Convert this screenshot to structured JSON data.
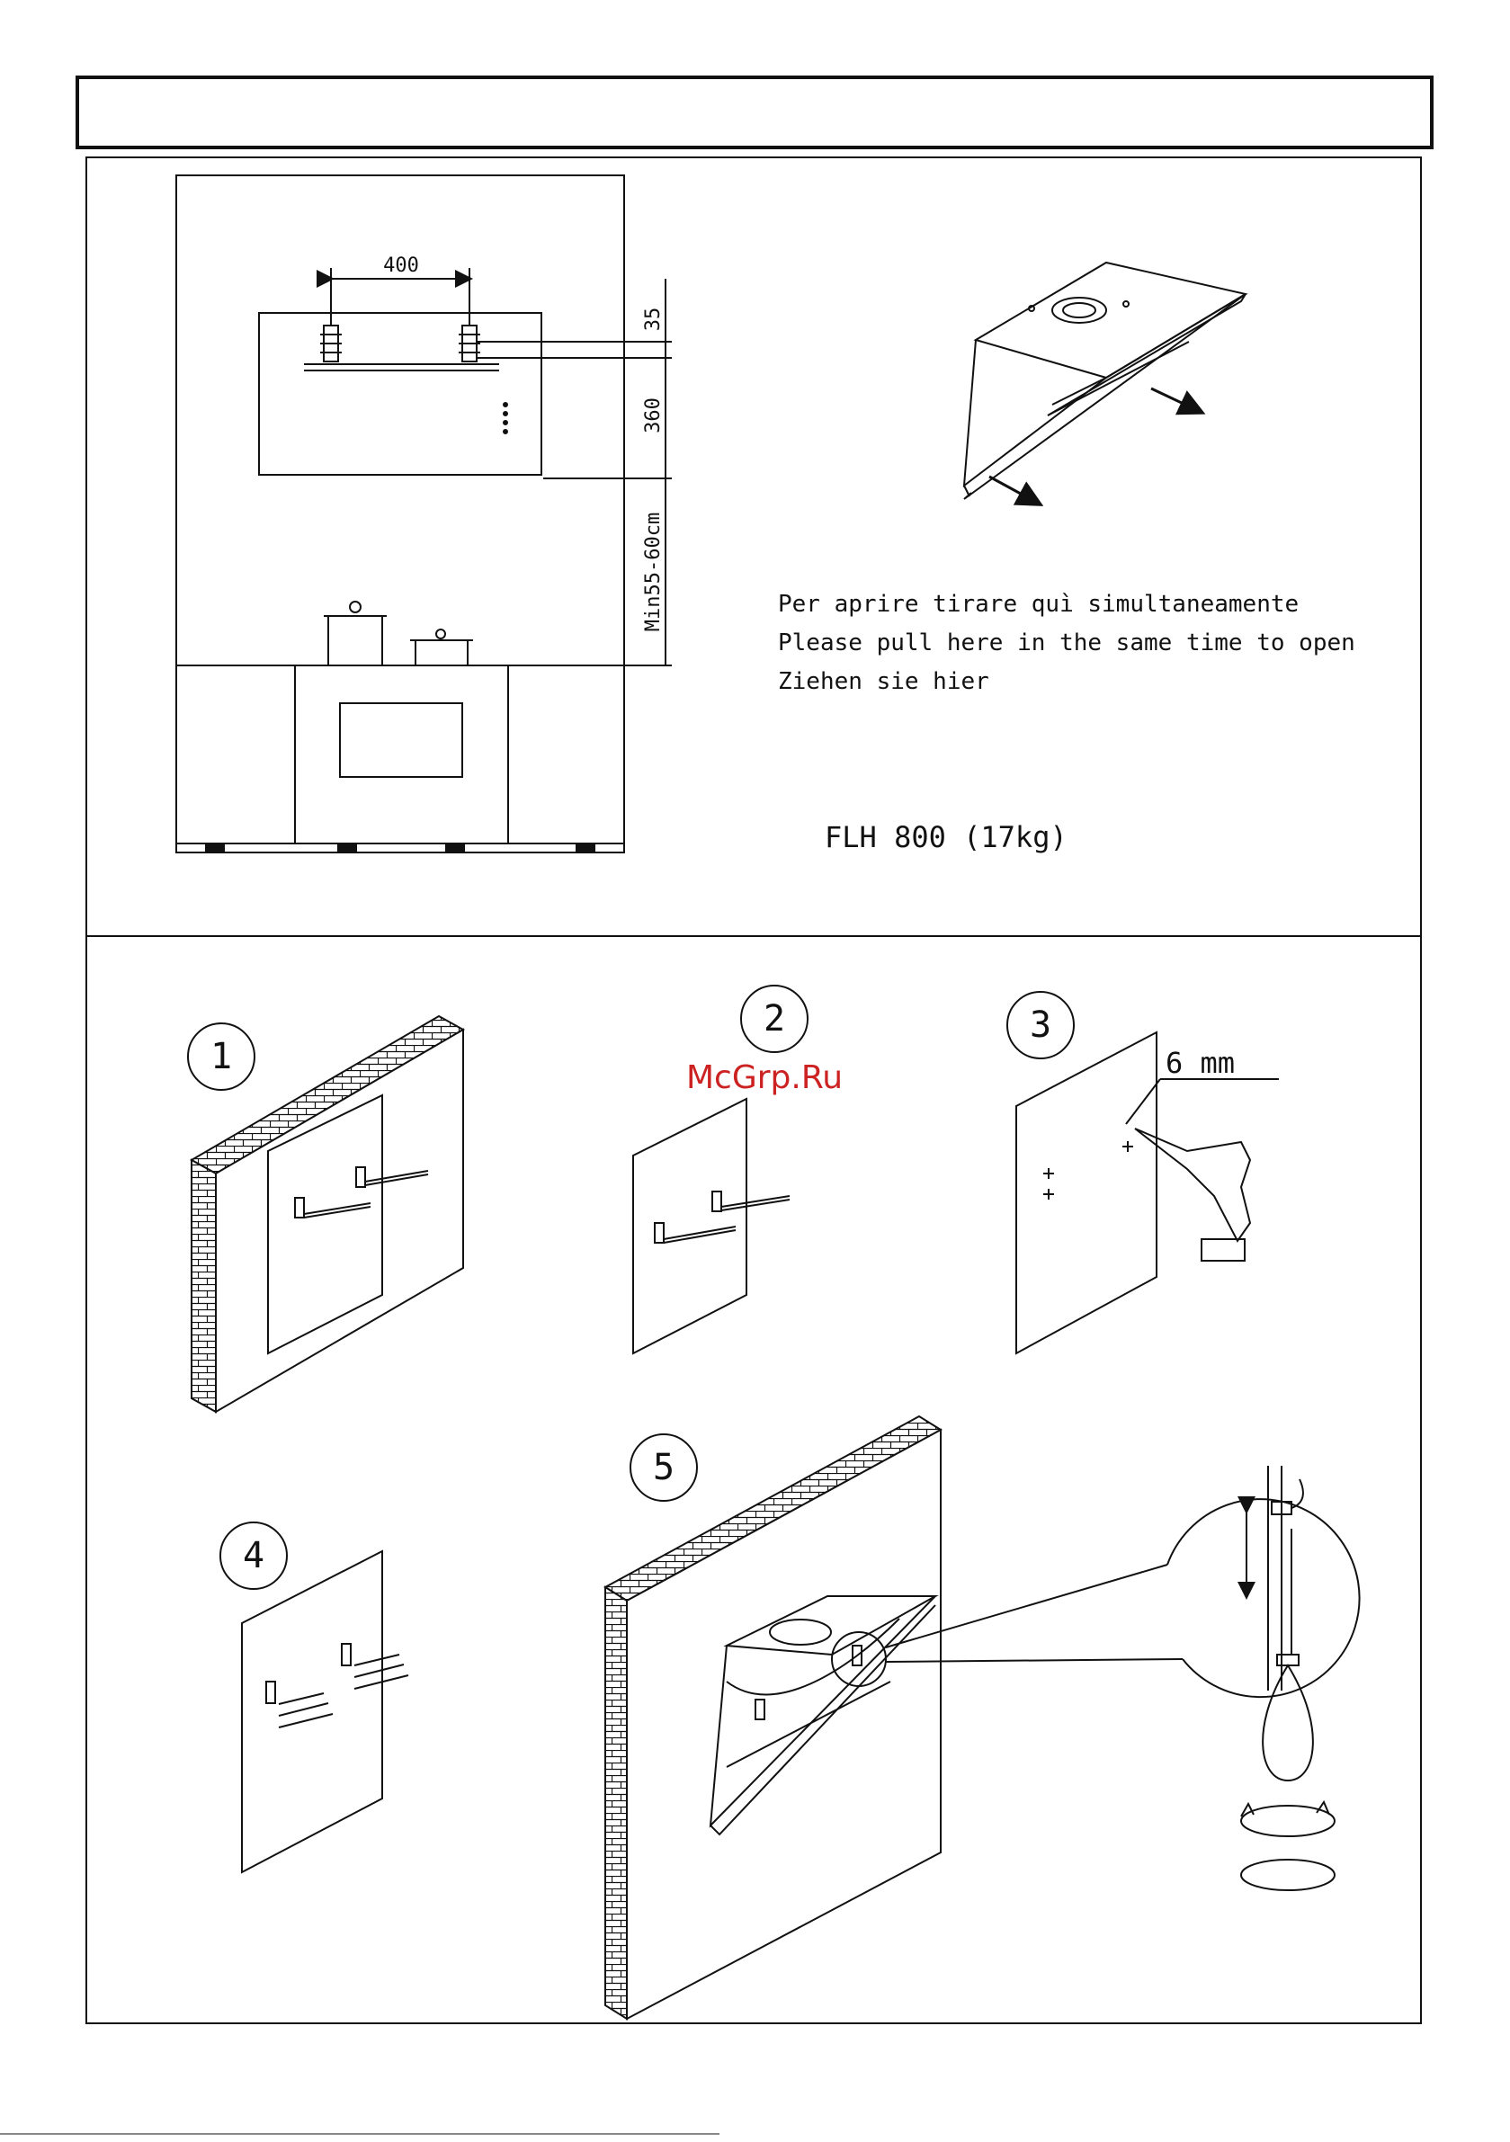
{
  "dimensions": {
    "spacing": "400",
    "top_offset": "35",
    "height": "360",
    "clearance": "Min55-60cm"
  },
  "instructions": [
    "Per aprire tirare quì simultaneamente",
    "Please pull here in the same time to open",
    "Ziehen sie hier"
  ],
  "model": "FLH 800 (17kg)",
  "steps": [
    "1",
    "2",
    "3",
    "4",
    "5"
  ],
  "drill_size": "6 mm",
  "watermark": "McGrp.Ru",
  "colors": {
    "line": "#111111",
    "watermark": "#cc2222"
  }
}
